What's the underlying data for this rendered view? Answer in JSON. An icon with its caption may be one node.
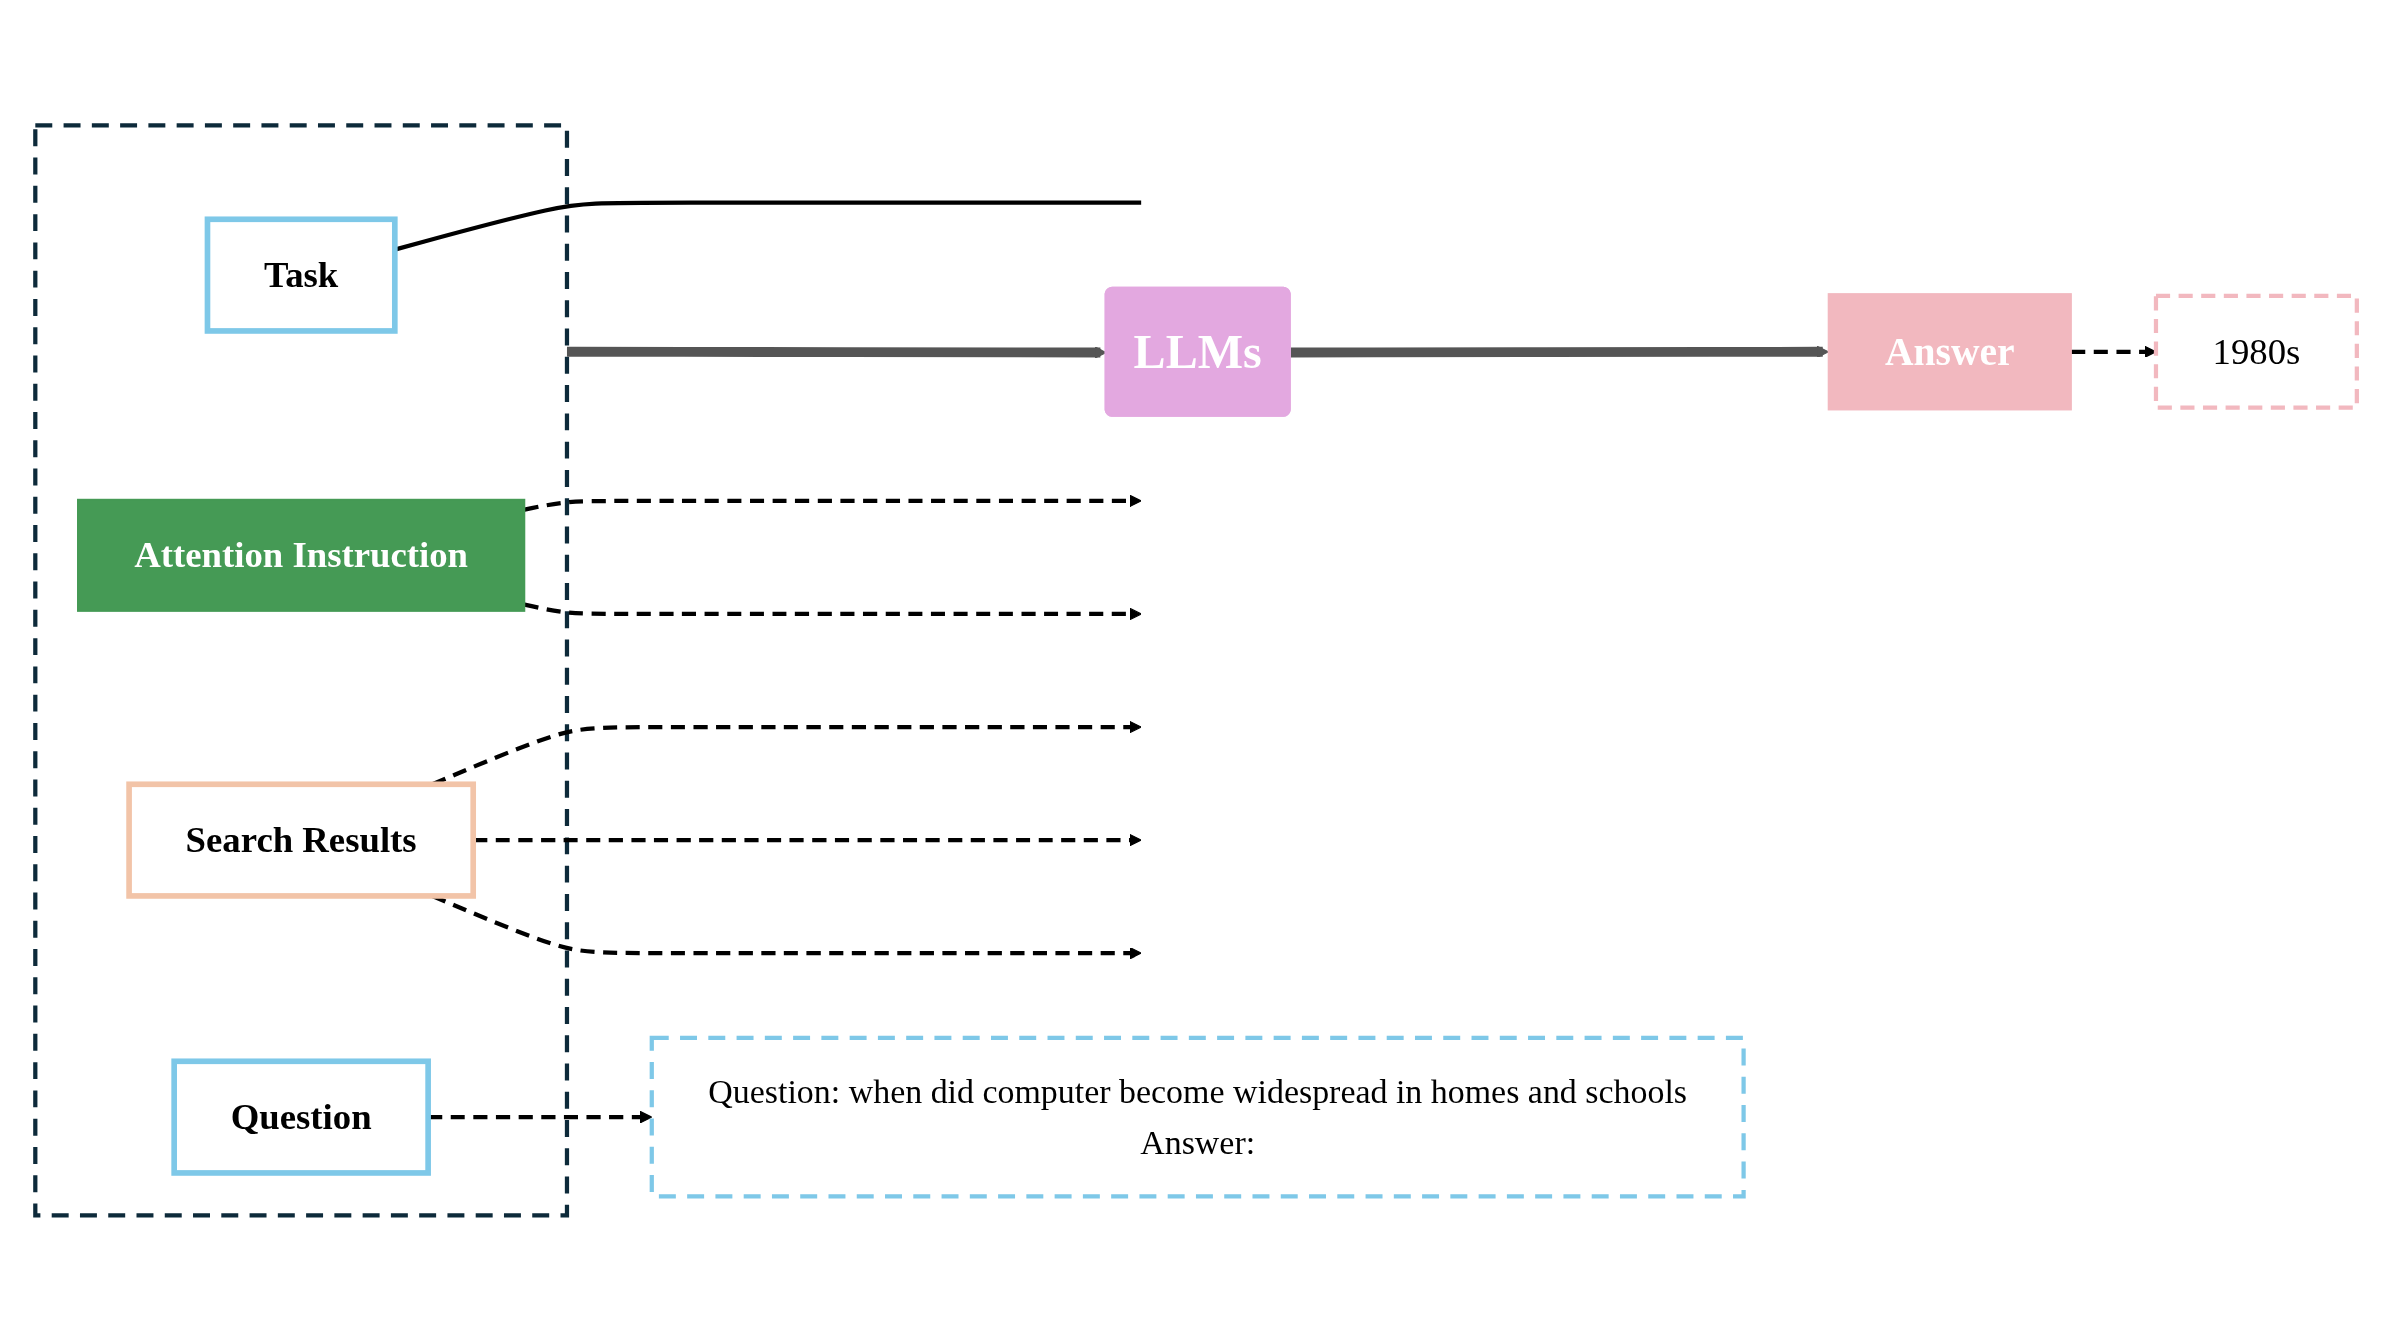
{
  "diagram": {
    "nodes": [
      {
        "text": [],
        "shape": "box"
      },
      {
        "text": [
          "Task"
        ],
        "in": 0
      },
      {
        "text": [
          "Attention Instruction"
        ],
        "in": 0
      },
      {
        "text": [
          "Search Results"
        ],
        "in": 0
      },
      {
        "text": [
          "Question"
        ],
        "in": 0
      },
      {
        "text": [
          "LLMs"
        ]
      },
      {
        "text": [
          "Answer"
        ]
      },
      {
        "text": [
          "1980s"
        ]
      },
      {
        "text": [
          "Question: when did computer become widespread in homes and schools",
          "Answer:"
        ]
      }
    ],
    "edges": [
      {
        "from": 1,
        "to": null,
        "arrow": "none"
      },
      {
        "from": 2,
        "to": null,
        "arrow": "to",
        "style": "dashed"
      },
      {
        "from": 2,
        "to": null,
        "arrow": "to",
        "style": "dashed"
      },
      {
        "from": 3,
        "to": null,
        "arrow": "to",
        "style": "dashed"
      },
      {
        "from": 3,
        "to": null,
        "arrow": "to",
        "style": "dashed"
      },
      {
        "from": 3,
        "to": null,
        "arrow": "to",
        "style": "dashed"
      },
      {
        "from": 0,
        "to": 5,
        "arrow": "to",
        "style": "thick",
        "color": "#555555"
      },
      {
        "from": 5,
        "to": 6,
        "arrow": "to",
        "style": "thick",
        "color": "#555555"
      },
      {
        "from": 6,
        "to": 7,
        "arrow": "to",
        "style": "dashed"
      },
      {
        "from": 4,
        "to": 8,
        "arrow": "to",
        "style": "dashed"
      }
    ]
  }
}
